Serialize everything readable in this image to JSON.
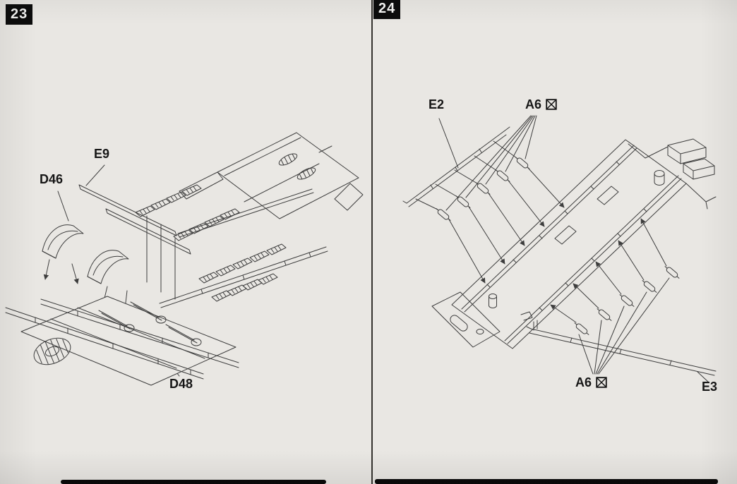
{
  "colors": {
    "paper": "#e9e7e3",
    "ink": "#3d3d3d",
    "badge_bg": "#0c0c0c",
    "badge_text": "#f5f5f3"
  },
  "steps": [
    {
      "number": "23",
      "part_labels": [
        {
          "text": "E9"
        },
        {
          "text": "D46"
        },
        {
          "text": "D48"
        }
      ]
    },
    {
      "number": "24",
      "part_labels": [
        {
          "text": "E2"
        },
        {
          "text": "A6",
          "icon": "crossed-box-icon"
        },
        {
          "text": "A6",
          "icon": "crossed-box-icon"
        },
        {
          "text": "E3"
        }
      ]
    }
  ]
}
